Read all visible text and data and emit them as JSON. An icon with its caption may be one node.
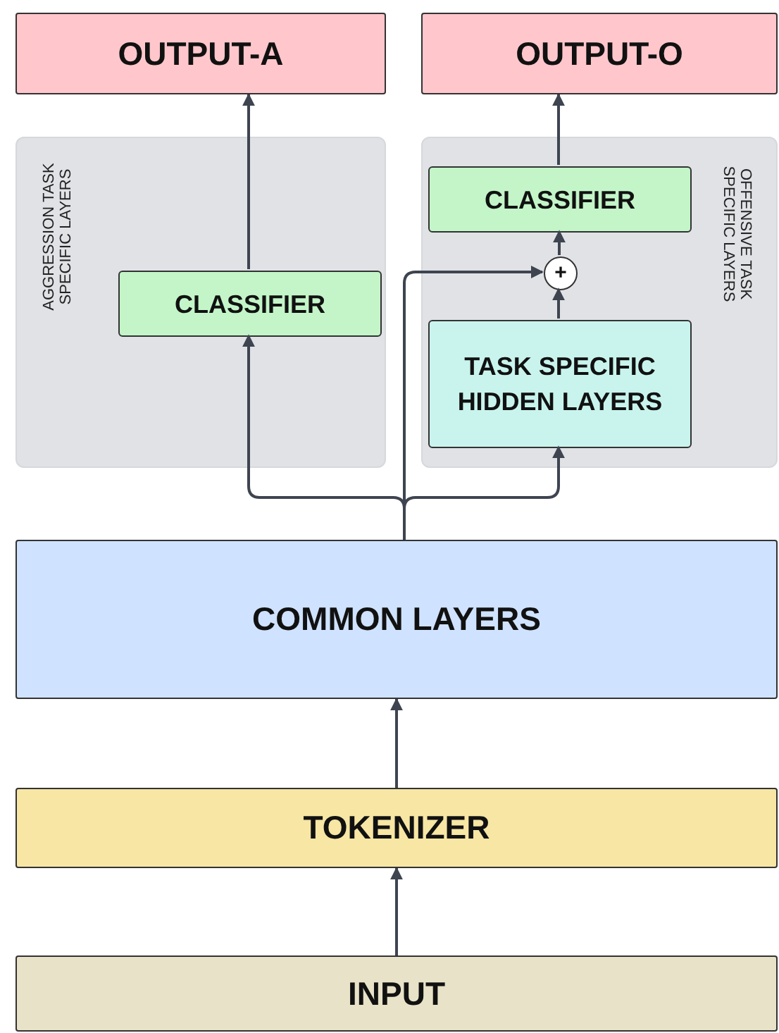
{
  "diagram": {
    "nodes": [
      {
        "text": [
          "OUTPUT-A"
        ]
      },
      {
        "text": [
          "OUTPUT-O"
        ]
      },
      {
        "text": [
          "AGGRESSION TASK SPECIFIC LAYERS"
        ]
      },
      {
        "text": [
          "CLASSIFIER"
        ],
        "in": 2
      },
      {
        "text": [
          "OFFENSIVE TASK SPECIFIC LAYERS"
        ]
      },
      {
        "text": [
          "CLASSIFIER"
        ],
        "in": 4
      },
      {
        "text": [
          "+"
        ],
        "in": 4
      },
      {
        "text": [
          "TASK SPECIFIC HIDDEN LAYERS"
        ],
        "in": 4
      },
      {
        "text": [
          "COMMON LAYERS"
        ]
      },
      {
        "text": [
          "TOKENIZER"
        ]
      },
      {
        "text": [
          "INPUT"
        ]
      }
    ],
    "edges": [
      {
        "from": 10,
        "to": 9,
        "arrow": "to"
      },
      {
        "from": 9,
        "to": 8,
        "arrow": "to"
      },
      {
        "from": 8,
        "to": 3,
        "arrow": "to"
      },
      {
        "from": 8,
        "to": 7,
        "arrow": "to"
      },
      {
        "from": 8,
        "to": 6,
        "arrow": "to"
      },
      {
        "from": 7,
        "to": 6,
        "arrow": "to"
      },
      {
        "from": 6,
        "to": 5,
        "arrow": "to"
      },
      {
        "from": 3,
        "to": 0,
        "arrow": "to"
      },
      {
        "from": 5,
        "to": 1,
        "arrow": "to"
      }
    ]
  }
}
